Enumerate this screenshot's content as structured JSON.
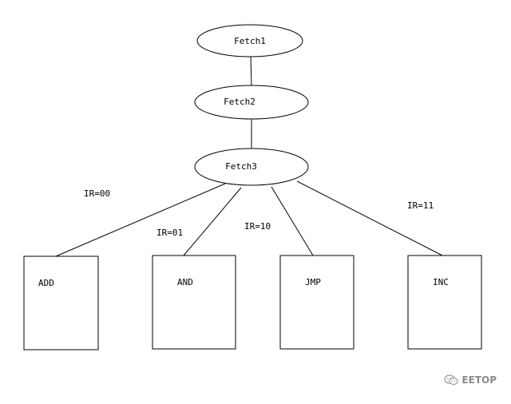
{
  "nodes": {
    "fetch1": "Fetch1",
    "fetch2": "Fetch2",
    "fetch3": "Fetch3",
    "add": "ADD",
    "and": "AND",
    "jmp": "JMP",
    "inc": "INC"
  },
  "edge_labels": {
    "add": "IR=00",
    "and": "IR=01",
    "jmp": "IR=10",
    "inc": "IR=11"
  },
  "watermark": {
    "icon": "wechat-icon",
    "text": "EETOP"
  }
}
